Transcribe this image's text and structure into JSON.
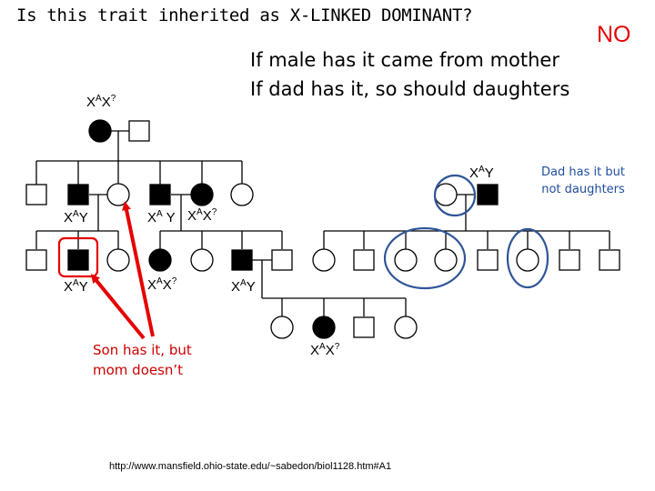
{
  "question": "Is this trait inherited as X-LINKED DOMINANT?",
  "answer": "NO",
  "reasoning": {
    "line1": "If male has it came from mother",
    "line2": "If dad has it, so should daughters"
  },
  "genotypes": {
    "founder_female": {
      "base": "X",
      "sup1": "A",
      "mid": "X",
      "sup2": "?"
    },
    "gen2_male_1": {
      "base": "X",
      "sup1": "A",
      "mid": "Y",
      "sup2": ""
    },
    "gen2_male_2": {
      "base": "X",
      "sup1": "A",
      "mid": " Y",
      "sup2": ""
    },
    "gen2_female": {
      "base": "X",
      "sup1": "A",
      "mid": "X",
      "sup2": "?"
    },
    "gen2_right_male": {
      "base": "X",
      "sup1": "A",
      "mid": "Y",
      "sup2": ""
    },
    "gen3_male": {
      "base": "X",
      "sup1": "A",
      "mid": "Y",
      "sup2": ""
    },
    "gen3_female": {
      "base": "X",
      "sup1": "A",
      "mid": "X",
      "sup2": "?"
    },
    "gen3_male_2": {
      "base": "X",
      "sup1": "A",
      "mid": "Y",
      "sup2": ""
    },
    "gen4_female": {
      "base": "X",
      "sup1": "A",
      "mid": "X",
      "sup2": "?"
    }
  },
  "annotations": {
    "son_note": "Son has it, but mom doesn’t",
    "dad_note": "Dad has it but not daughters"
  },
  "colors": {
    "answer": "#e60000",
    "highlight_red": "#e60000",
    "highlight_blue": "#2f5597",
    "affected": "#000000"
  },
  "source_url": "http://www.mansfield.ohio-state.edu/~sabedon/biol1128.htm#A1"
}
